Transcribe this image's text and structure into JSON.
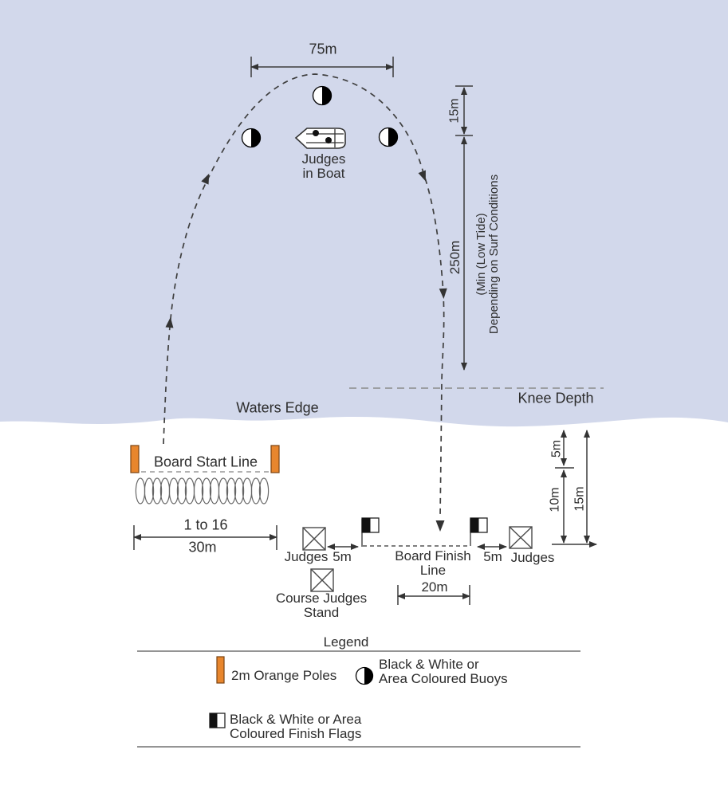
{
  "course": {
    "width_label": "75m",
    "sea_15m": "15m",
    "sea_250m": "250m",
    "note_line1": "(Min (Low Tide)",
    "note_line2": "Depending on Surf Conditions",
    "knee_depth": "Knee Depth",
    "waters_edge": "Waters Edge",
    "judges_line1": "Judges",
    "judges_line2": "in Boat"
  },
  "start": {
    "line_label": "Board Start Line",
    "competitors": "1 to 16",
    "width": "30m"
  },
  "finish": {
    "judges_left": "Judges",
    "gap_left": "5m",
    "line_label1": "Board Finish",
    "line_label2": "Line",
    "gap_right": "5m",
    "judges_right": "Judges",
    "stand_line1": "Course Judges",
    "stand_line2": "Stand",
    "width": "20m"
  },
  "beach": {
    "d5": "5m",
    "d10": "10m",
    "d15": "15m"
  },
  "legend": {
    "title": "Legend",
    "pole_label": "2m Orange Poles",
    "buoy_label1": "Black & White or",
    "buoy_label2": "Area Coloured Buoys",
    "flag_label1": "Black & White or Area",
    "flag_label2": "Coloured Finish Flags"
  },
  "colors": {
    "water": "#d2d8eb",
    "pole_orange": "#e8862d",
    "ink": "#2d2d2d"
  }
}
